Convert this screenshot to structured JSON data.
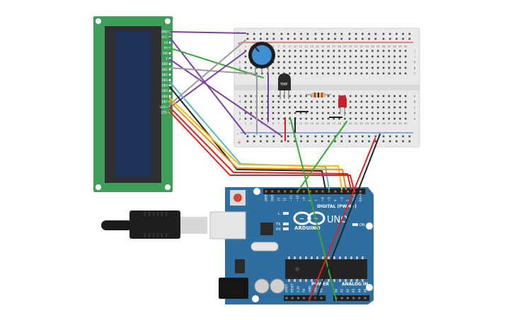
{
  "lcd": {
    "pin_labels": [
      "GND",
      "VCC",
      "V0",
      "RS",
      "RW",
      "E",
      "DB0",
      "DB1",
      "DB2",
      "DB3",
      "DB4",
      "DB5",
      "DB6",
      "DB7",
      "LED+",
      "LED-"
    ],
    "colors": {
      "board": "#3f9f5a",
      "frame": "#2f2f33",
      "screen": "#1d3358"
    }
  },
  "breadboard": {
    "column_numbers": [
      "1",
      "2",
      "3",
      "4",
      "5",
      "6",
      "7",
      "8",
      "9",
      "10",
      "11",
      "12",
      "13",
      "14",
      "15",
      "16",
      "17",
      "18",
      "19",
      "20",
      "21",
      "22",
      "23",
      "24",
      "25",
      "26",
      "27",
      "28",
      "29",
      "30"
    ],
    "row_letters_top": [
      "j",
      "i",
      "h",
      "g",
      "f"
    ],
    "row_letters_bottom": [
      "e",
      "d",
      "c",
      "b",
      "a"
    ],
    "rail_minus": "-",
    "rail_plus": "+"
  },
  "sensor": {
    "label": "TMP"
  },
  "arduino": {
    "brand": "ARDUINO",
    "model": "UNO",
    "digital_label": "DIGITAL (PWM~)",
    "power_label": "POWER",
    "analog_label": "ANALOG IN",
    "on_label": "ON",
    "led_labels": [
      "L",
      "TX",
      "RX"
    ],
    "digital_pins": [
      "AREF",
      "GND",
      "13",
      "12",
      "~11",
      "~10",
      "~9",
      "8",
      "7",
      "~6",
      "~5",
      "4",
      "~3",
      "2",
      "TX→1",
      "RX←0"
    ],
    "power_pins": [
      "IOREF",
      "RESET",
      "3.3V",
      "5V",
      "GND",
      "GND",
      "Vin"
    ],
    "analog_pins": [
      "A0",
      "A1",
      "A2",
      "A3",
      "A4",
      "A5"
    ],
    "colors": {
      "board": "#2e6fa0",
      "dark": "#1c4e78"
    }
  },
  "wire_colors": {
    "purple": "#7b3fa0",
    "green": "#3aa63a",
    "cyan": "#56b6c6",
    "black": "#222222",
    "gray": "#9a9a9a",
    "yellow": "#f0bf1a",
    "orange": "#f08a1a",
    "red": "#d8231f"
  }
}
